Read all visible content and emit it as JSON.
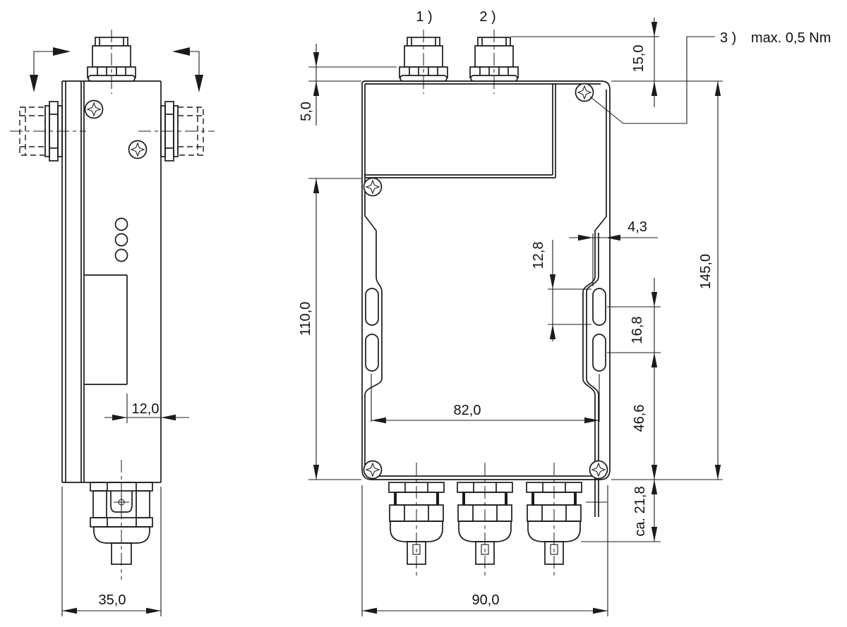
{
  "drawing": {
    "callouts": {
      "c1": "1 )",
      "c2": "2 )",
      "c3": "3 )",
      "c3_note": "max. 0,5 Nm"
    },
    "dims": {
      "cover_offset": "5,0",
      "connector_height": "15,0",
      "body_height": "110,0",
      "total_height": "145,0",
      "slot_width": "4,3",
      "slot_length": "12,8",
      "slot_spacing": "16,8",
      "slot_to_bottom": "46,6",
      "gland_protrusion": "ca. 21,8",
      "hole_spacing": "82,0",
      "front_width": "90,0",
      "display_offset": "12,0",
      "side_width": "35,0"
    }
  }
}
